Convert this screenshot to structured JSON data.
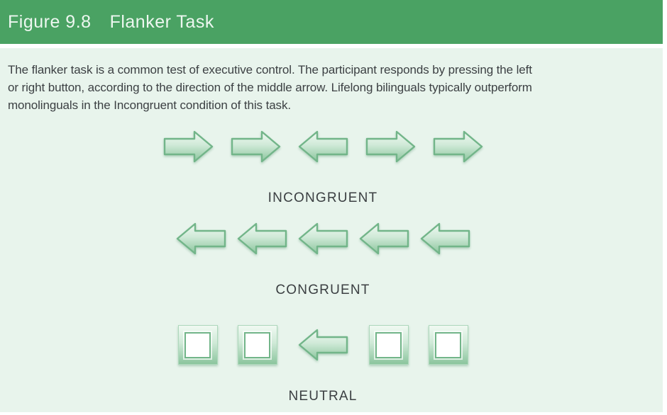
{
  "figure": {
    "label": "Figure 9.8",
    "title": "Flanker Task",
    "description": "The flanker task is a common test of executive control. The participant responds by pressing the left\nor right button, according to the direction of the middle arrow. Lifelong bilinguals typically outperform\nmonolinguals in the Incongruent condition of this task."
  },
  "conditions": [
    {
      "label": "INCONGRUENT",
      "stimuli": [
        "arrow-right",
        "arrow-right",
        "arrow-left",
        "arrow-right",
        "arrow-right"
      ]
    },
    {
      "label": "CONGRUENT",
      "stimuli": [
        "arrow-left",
        "arrow-left",
        "arrow-left",
        "arrow-left",
        "arrow-left"
      ]
    },
    {
      "label": "NEUTRAL",
      "stimuli": [
        "square",
        "square",
        "arrow-left",
        "square",
        "square"
      ]
    }
  ],
  "colors": {
    "header_bg": "#4aa263",
    "body_bg": "#e8f4ec",
    "arrow_border": "#72b589",
    "arrow_gradient_top": "#f0f9f2",
    "arrow_gradient_mid": "#cfe9d7",
    "arrow_gradient_bottom": "#8bc59d",
    "header_text": "#edf7f0",
    "body_text": "#3c4043",
    "label_text": "#3b3f42"
  }
}
